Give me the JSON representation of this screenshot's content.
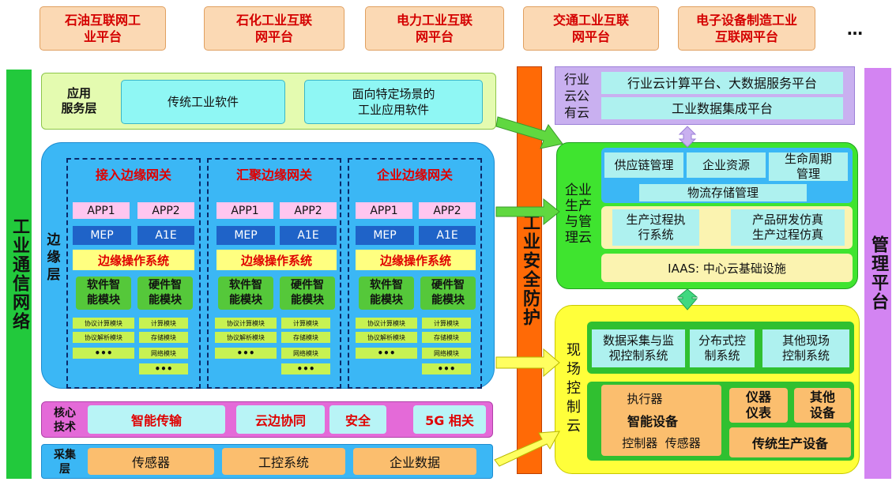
{
  "top_platforms": [
    "石油互联网工\n业平台",
    "石化工业互联\n网平台",
    "电力工业互联\n网平台",
    "交通工业互联\n网平台",
    "电子设备制造工业\n互联网平台"
  ],
  "top_more": "…",
  "left_vertical": "工业通信网络",
  "right_vertical": "管理平台",
  "security": "工业安全防护",
  "app_layer": {
    "label": "应用\n服务层",
    "items": [
      "传统工业软件",
      "面向特定场景的\n工业应用软件"
    ]
  },
  "edge_layer": {
    "label": "边\n缘\n层",
    "gateways": [
      {
        "title": "接入边缘网关",
        "soft_subs": [
          "协议计算模块",
          "协议解析模块",
          "•••"
        ],
        "hard_subs": [
          "计算模块",
          "存储模块",
          "网络模块",
          "•••"
        ]
      },
      {
        "title": "汇聚边缘网关",
        "soft_subs": [
          "协议计算模块",
          "协议解析模块",
          "•••"
        ],
        "hard_subs": [
          "计算模块",
          "存储模块",
          "网络模块",
          "•••"
        ]
      },
      {
        "title": "企业边缘网关",
        "soft_subs": [
          "协议计算模块",
          "协议解析模块",
          "•••"
        ],
        "hard_subs": [
          "计算模块",
          "存储模块",
          "网络模块",
          "•••"
        ]
      }
    ],
    "app1": "APP1",
    "app2": "APP2",
    "mep": "MEP",
    "a1e": "A1E",
    "os": "边缘操作系统",
    "soft_module": "软件智\n能模块",
    "hard_module": "硬件智\n能模块"
  },
  "core_tech": {
    "label": "核心\n技术",
    "items": [
      "智能传输",
      "云边协同",
      "安全",
      "5G 相关"
    ]
  },
  "collect_layer": {
    "label": "采集\n层",
    "items": [
      "传感器",
      "工控系统",
      "企业数据"
    ]
  },
  "public_cloud": {
    "label": "行业\n云公\n有云",
    "items": [
      "行业云计算平台、大数据服务平台",
      "工业数据集成平台"
    ]
  },
  "enterprise_cloud": {
    "label": "企业\n生产\n与管\n理云",
    "top": [
      "供应链管理",
      "企业资源",
      "生命周期\n管理"
    ],
    "logistics": "物流存储管理",
    "mid": [
      "生产过程执\n行系统",
      "产品研发仿真\n生产过程仿真"
    ],
    "iaas": "IAAS: 中心云基础设施"
  },
  "field_cloud": {
    "label": "现\n场\n控\n制\n云",
    "top": [
      "数据采集与监\n视控制系统",
      "分布式控\n制系统",
      "其他现场\n控制系统"
    ],
    "device_top": "执行器",
    "device_mid": "智能设备",
    "device_bottom": "控制器  传感器",
    "instrument": "仪器\n仪表",
    "other": "其他\n设备",
    "traditional": "传统生产设备"
  },
  "colors": {
    "left_bar": "#22c93c",
    "right_bar": "#d384f2",
    "security_bar": "#ff6a06",
    "arrow": "#60d840",
    "edge_bg": "#3bb7f5"
  }
}
